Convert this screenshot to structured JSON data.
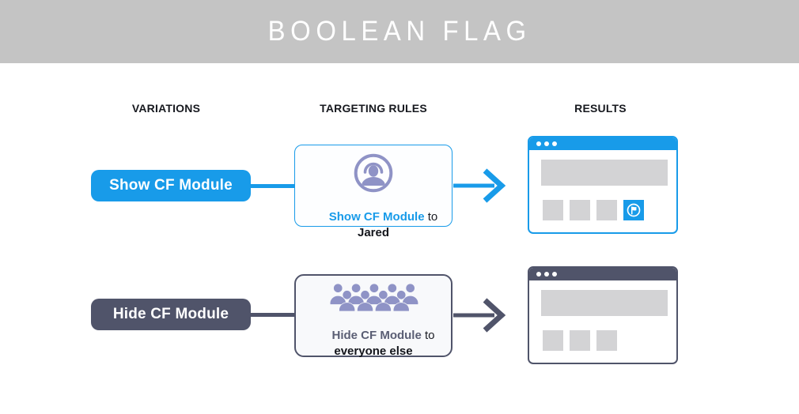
{
  "banner": {
    "title": "BOOLEAN FLAG"
  },
  "column_headers": {
    "variations": "VARIATIONS",
    "targeting_rules": "TARGETING RULES",
    "results": "RESULTS"
  },
  "flags": [
    {
      "variation_label": "Show CF Module",
      "rule": {
        "action": "Show CF Module",
        "connector": " to ",
        "audience": "Jared"
      },
      "audience_icon": "user-circle-icon",
      "result": {
        "module_visible": true,
        "placeholder_tiles": 3,
        "has_banner_placeholder": true
      },
      "theme_color": "#189BE9"
    },
    {
      "variation_label": "Hide CF Module",
      "rule": {
        "action": "Hide CF Module",
        "connector": " to ",
        "audience": "everyone else"
      },
      "audience_icon": "crowd-icon",
      "result": {
        "module_visible": false,
        "placeholder_tiles": 3,
        "has_banner_placeholder": true
      },
      "theme_color": "#50546A"
    }
  ],
  "icons": {
    "audience_single": "user-circle-icon",
    "audience_crowd": "crowd-icon",
    "module_flag": "flag-circle-icon",
    "window_controls": "window-dots-icon"
  },
  "colors": {
    "accent_blue": "#189BE9",
    "dark_slate": "#50546A",
    "header_banner_gray": "#C4C4C4",
    "placeholder_gray": "#D3D3D5",
    "audience_lavender": "#8F93C6",
    "rule_box_bg": "#F8F9FB",
    "text_dark": "#15171E"
  }
}
